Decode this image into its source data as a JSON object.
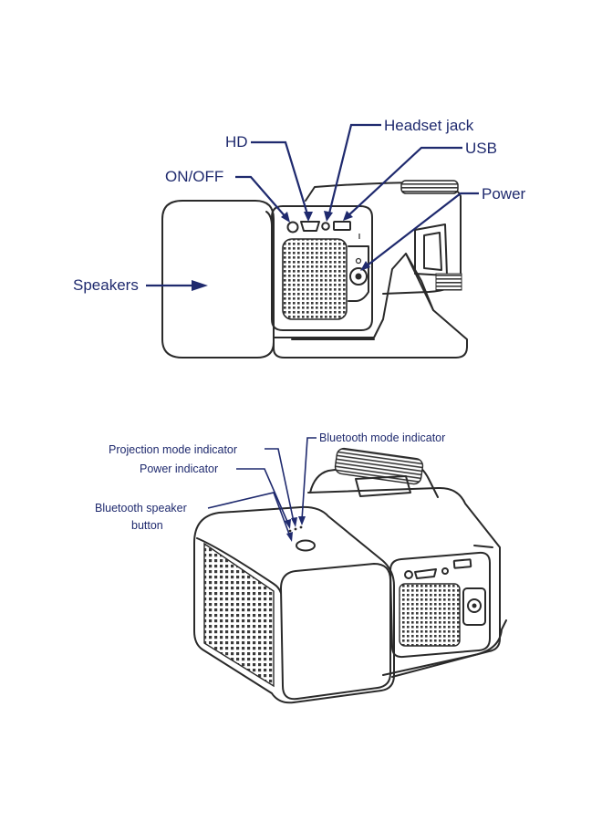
{
  "top_diagram": {
    "labels": {
      "hd": "HD",
      "headset_jack": "Headset jack",
      "usb": "USB",
      "on_off": "ON/OFF",
      "power": "Power",
      "speakers": "Speakers"
    }
  },
  "bottom_diagram": {
    "labels": {
      "projection_mode_indicator": "Projection mode indicator",
      "bluetooth_mode_indicator": "Bluetooth mode indicator",
      "power_indicator": "Power indicator",
      "bluetooth_speaker_button_line1": "Bluetooth speaker",
      "bluetooth_speaker_button_line2": "button"
    }
  },
  "colors": {
    "label_text": "#1f2a6e",
    "line_art": "#2a2a2a",
    "background": "#ffffff"
  }
}
